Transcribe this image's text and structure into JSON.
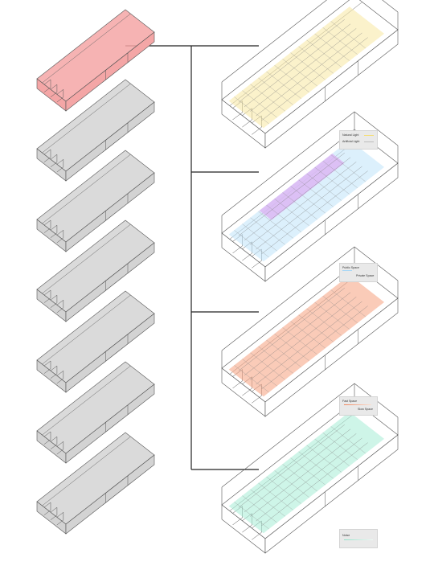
{
  "legends": [
    {
      "items": [
        "Natural Light",
        "Artificial Light"
      ],
      "colors": [
        "#f5de7a",
        "#c8c8c8"
      ]
    },
    {
      "items": [
        "Public Space",
        "Private Space"
      ],
      "colors": [
        "#a9d8f5",
        "#d6a6f0"
      ]
    },
    {
      "items": [
        "Fast Space",
        "Slow Space"
      ],
      "colors": [
        "#f0845a",
        "#f7c7b0"
      ]
    },
    {
      "items": [
        "Noise"
      ],
      "colors": [
        "#8ee3c8"
      ]
    }
  ],
  "colors": {
    "selected_block": "#f4a6a6",
    "grey_block": "#d3d3d3",
    "light_overlay": "#f7e7a0",
    "space_public": "#bfe4fa",
    "space_private": "#dcb4f2",
    "speed_overlay": "#f5a07e",
    "noise_overlay": "#a6ecd6",
    "connector": "#222222"
  }
}
